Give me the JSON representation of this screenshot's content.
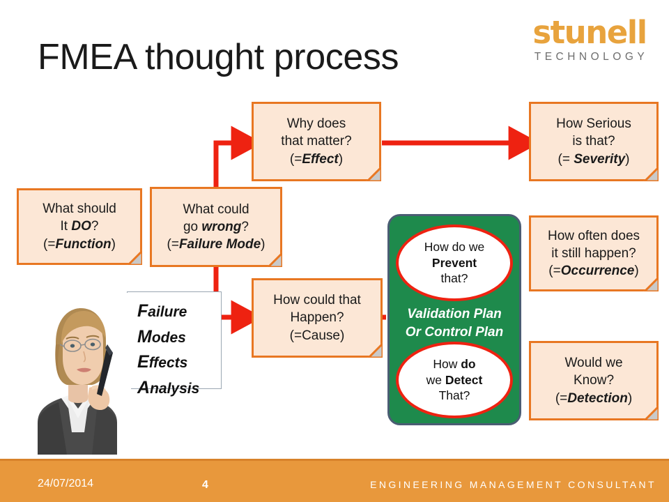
{
  "logo": {
    "word": "stunell",
    "sub": "TECHNOLOGY",
    "color": "#E8A33D",
    "sub_color": "#6E6E6E"
  },
  "title": "FMEA thought process",
  "colors": {
    "note_fill": "#FCE7D6",
    "note_border": "#E87722",
    "arrow": "#EE2211",
    "green_panel": "#1E8A4C",
    "green_panel_border": "#4A5D73",
    "footer_bar": "#E8983C"
  },
  "notes": [
    {
      "id": "function",
      "lines": [
        {
          "parts": [
            {
              "t": "What should",
              "s": "n"
            }
          ]
        },
        {
          "parts": [
            {
              "t": "It ",
              "s": "n"
            },
            {
              "t": "DO",
              "s": "bi"
            },
            {
              "t": "?",
              "s": "n"
            }
          ]
        },
        {
          "parts": [
            {
              "t": "(=",
              "s": "n"
            },
            {
              "t": "Function",
              "s": "bi"
            },
            {
              "t": ")",
              "s": "n"
            }
          ]
        }
      ]
    },
    {
      "id": "failure-mode",
      "lines": [
        {
          "parts": [
            {
              "t": "What could",
              "s": "n"
            }
          ]
        },
        {
          "parts": [
            {
              "t": "go ",
              "s": "n"
            },
            {
              "t": "wrong",
              "s": "bi"
            },
            {
              "t": "?",
              "s": "n"
            }
          ]
        },
        {
          "parts": [
            {
              "t": "(=",
              "s": "n"
            },
            {
              "t": "Failure Mode",
              "s": "bi"
            },
            {
              "t": ")",
              "s": "n"
            }
          ]
        }
      ]
    },
    {
      "id": "effect",
      "lines": [
        {
          "parts": [
            {
              "t": "Why does",
              "s": "n"
            }
          ]
        },
        {
          "parts": [
            {
              "t": "that matter?",
              "s": "n"
            }
          ]
        },
        {
          "parts": [
            {
              "t": "(=",
              "s": "n"
            },
            {
              "t": "Effect",
              "s": "bi"
            },
            {
              "t": ")",
              "s": "n"
            }
          ]
        }
      ]
    },
    {
      "id": "severity",
      "lines": [
        {
          "parts": [
            {
              "t": "How Serious",
              "s": "n"
            }
          ]
        },
        {
          "parts": [
            {
              "t": "is that?",
              "s": "n"
            }
          ]
        },
        {
          "parts": [
            {
              "t": "(= ",
              "s": "n"
            },
            {
              "t": "Severity",
              "s": "bi"
            },
            {
              "t": ")",
              "s": "n"
            }
          ]
        }
      ]
    },
    {
      "id": "cause",
      "lines": [
        {
          "parts": [
            {
              "t": "How could that",
              "s": "n"
            }
          ]
        },
        {
          "parts": [
            {
              "t": "Happen?",
              "s": "n"
            }
          ]
        },
        {
          "parts": [
            {
              "t": "(=Cause)",
              "s": "n"
            }
          ]
        }
      ]
    },
    {
      "id": "occurrence",
      "lines": [
        {
          "parts": [
            {
              "t": "How often does",
              "s": "n"
            }
          ]
        },
        {
          "parts": [
            {
              "t": "it still happen?",
              "s": "n"
            }
          ]
        },
        {
          "parts": [
            {
              "t": "(=",
              "s": "n"
            },
            {
              "t": "Occurrence",
              "s": "bi"
            },
            {
              "t": ")",
              "s": "n"
            }
          ]
        }
      ]
    },
    {
      "id": "detection",
      "lines": [
        {
          "parts": [
            {
              "t": "Would we",
              "s": "n"
            }
          ]
        },
        {
          "parts": [
            {
              "t": "Know?",
              "s": "n"
            }
          ]
        },
        {
          "parts": [
            {
              "t": "(=",
              "s": "n"
            },
            {
              "t": "Detection",
              "s": "bi"
            },
            {
              "t": ")",
              "s": "n"
            }
          ]
        }
      ]
    }
  ],
  "control_panel": {
    "prevent": {
      "lines": [
        {
          "parts": [
            {
              "t": "How do we",
              "s": "n"
            }
          ]
        },
        {
          "parts": [
            {
              "t": "Prevent",
              "s": "b"
            }
          ]
        },
        {
          "parts": [
            {
              "t": "that?",
              "s": "n"
            }
          ]
        }
      ]
    },
    "middle": [
      "Validation Plan",
      "Or Control Plan"
    ],
    "detect": {
      "lines": [
        {
          "parts": [
            {
              "t": "How ",
              "s": "n"
            },
            {
              "t": "do",
              "s": "b"
            }
          ]
        },
        {
          "parts": [
            {
              "t": "we ",
              "s": "n"
            },
            {
              "t": "Detect",
              "s": "b"
            }
          ]
        },
        {
          "parts": [
            {
              "t": "That?",
              "s": "n"
            }
          ]
        }
      ]
    }
  },
  "fmea_acronym": [
    {
      "cap": "F",
      "rest": "ailure"
    },
    {
      "cap": "M",
      "rest": "odes"
    },
    {
      "cap": "E",
      "rest": "ffects"
    },
    {
      "cap": "A",
      "rest": "nalysis"
    }
  ],
  "footer": {
    "date": "24/07/2014",
    "page": "4",
    "tagline": "ENGINEERING MANAGEMENT CONSULTANT"
  }
}
